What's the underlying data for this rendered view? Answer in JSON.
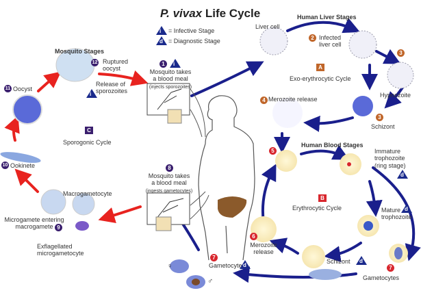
{
  "title": {
    "italic": "P. vivax",
    "rest": " Life Cycle"
  },
  "legend": {
    "infective": {
      "symbol": "i",
      "label": "= Infective Stage"
    },
    "diagnostic": {
      "symbol": "d",
      "label": "= Diagnostic Stage"
    }
  },
  "sections": {
    "mosquito": "Mosquito Stages",
    "liver": "Human Liver Stages",
    "blood": "Human Blood Stages"
  },
  "cycles": {
    "A": {
      "letter": "A",
      "label": "Exo-erythrocytic Cycle",
      "color": "#c0662a"
    },
    "B": {
      "letter": "B",
      "label": "Erythrocytic Cycle",
      "color": "#d8262d"
    },
    "C": {
      "letter": "C",
      "label": "Sporogonic Cycle",
      "color": "#3a1f6e"
    }
  },
  "stages": {
    "s1": {
      "num": "1",
      "line1": "Mosquito takes",
      "line2": "a blood meal",
      "line3": "(injects sporozoites)"
    },
    "s2": {
      "num": "2",
      "line1": "Infected",
      "line2": "liver cell"
    },
    "liver_cell": "Liver cell",
    "s3a": {
      "num": "3",
      "label": "Hypnozoite"
    },
    "s3b": {
      "num": "3",
      "label": "Schizont"
    },
    "s4": {
      "num": "4",
      "label": "Merozoite release"
    },
    "s5": {
      "num": "5"
    },
    "ring": {
      "line1": "Immature",
      "line2": "trophozoite",
      "line3": "(ring stage)"
    },
    "mature": {
      "line1": "Mature",
      "line2": "trophozoite"
    },
    "schizont_blood": "Schizont",
    "s6": {
      "num": "6",
      "line1": "Merozoite",
      "line2": "release"
    },
    "s7a": {
      "num": "7",
      "label": "Gametocytes"
    },
    "s7b": {
      "num": "7",
      "label": "Gametocytes"
    },
    "s8": {
      "num": "8",
      "line1": "Mosquito takes",
      "line2": "a blood meal",
      "line3": "(ingests gametocytes)"
    },
    "macro": "Macrogametocyte",
    "s9": {
      "num": "9",
      "line1": "Microgamete entering",
      "line2": "macrogamete"
    },
    "exfl": {
      "line1": "Exflagellated",
      "line2": "microgametocyte"
    },
    "s10": {
      "num": "10",
      "label": "Ookinete"
    },
    "s11": {
      "num": "11",
      "label": "Oocyst"
    },
    "s12": {
      "num": "12",
      "line1": "Ruptured",
      "line2": "oocyst"
    },
    "release": {
      "line1": "Release of",
      "line2": "sporozoites"
    }
  },
  "symbols": {
    "female": "♀",
    "male": "♂"
  },
  "colors": {
    "mosquito_arrow": "#e8231f",
    "human_arrow": "#1a1f8c",
    "diagnostic": "#1a2a8c"
  }
}
